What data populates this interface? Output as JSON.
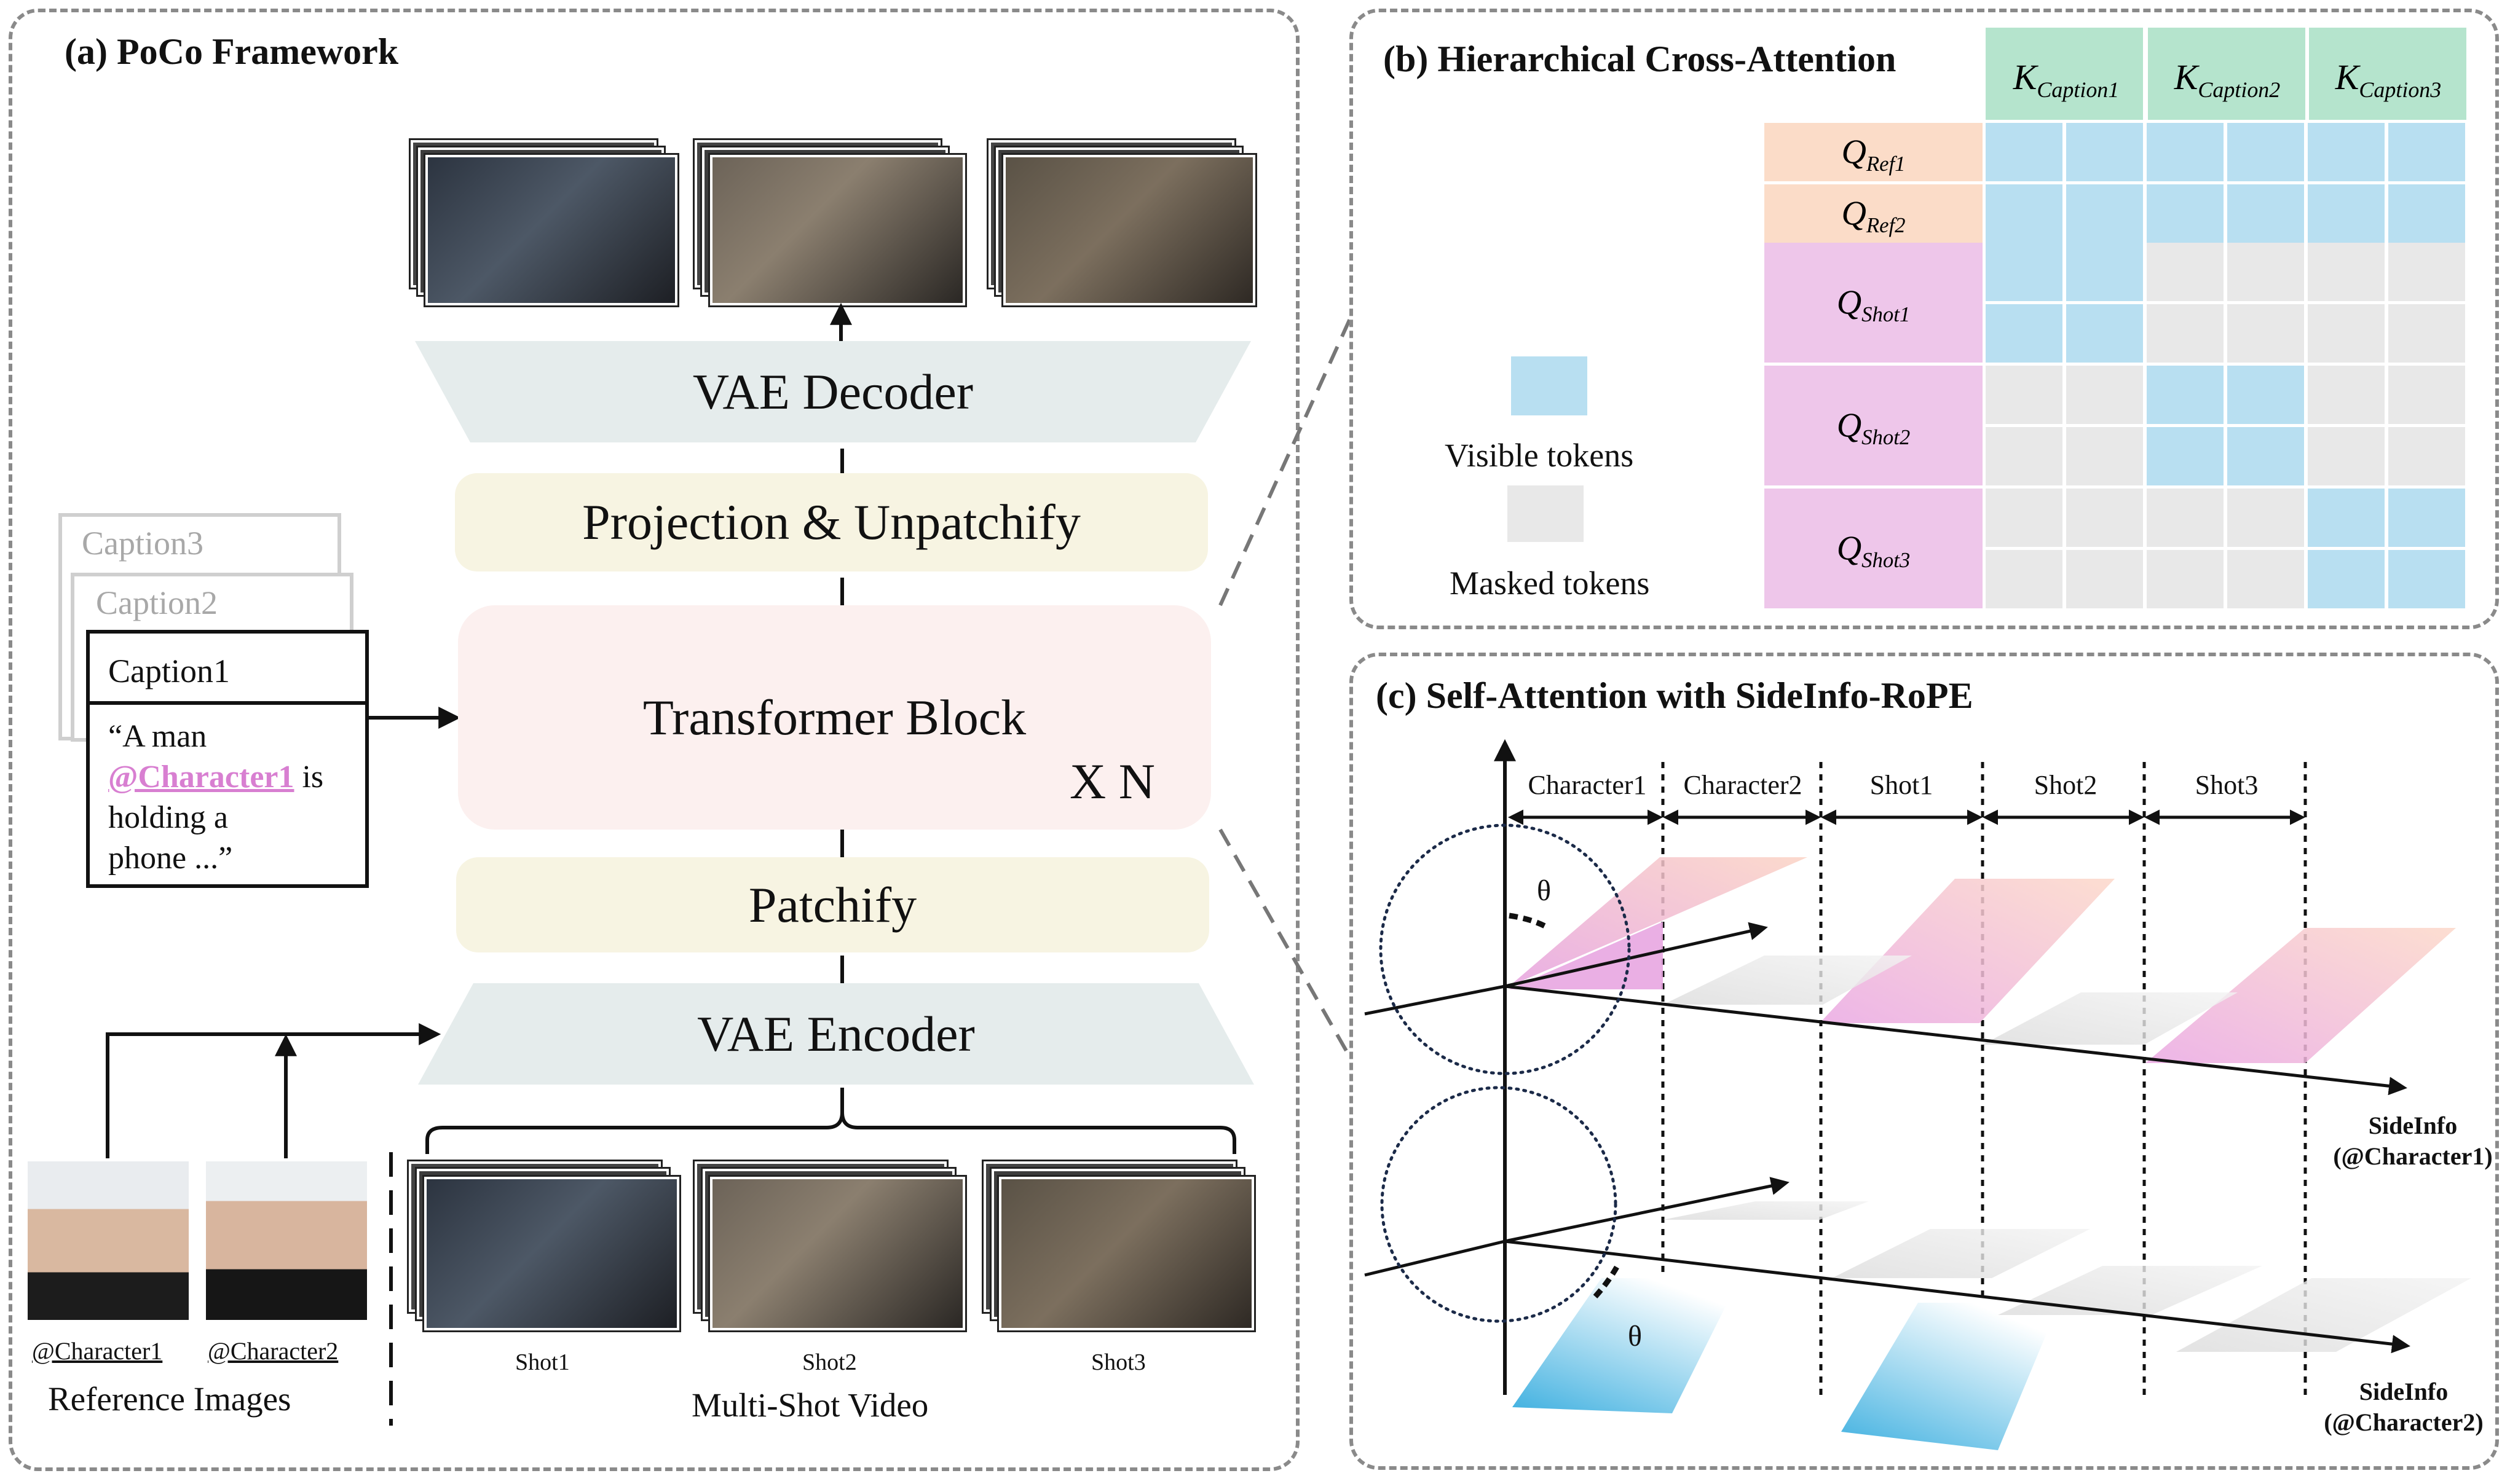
{
  "panel_a": {
    "title": "(a) PoCo Framework",
    "vae_decoder": "VAE Decoder",
    "projection": "Projection & Unpatchify",
    "transformer": "Transformer Block",
    "repeat": "X N",
    "patchify": "Patchify",
    "vae_encoder": "VAE Encoder",
    "captions": [
      "Caption3",
      "Caption2",
      "Caption1"
    ],
    "caption_text_1": "“A man",
    "caption_mention": "@Character1",
    "caption_text_2": " is",
    "caption_text_3": "holding a",
    "caption_text_4": "phone  ...”",
    "ref_names": [
      "@Character1",
      "@Character2"
    ],
    "ref_label": "Reference Images",
    "shot_names": [
      "Shot1",
      "Shot2",
      "Shot3"
    ],
    "video_label": "Multi-Shot Video"
  },
  "panel_b": {
    "title": "(b)  Hierarchical Cross-Attention",
    "keys": [
      {
        "base": "K",
        "sub": "Caption1"
      },
      {
        "base": "K",
        "sub": "Caption2"
      },
      {
        "base": "K",
        "sub": "Caption3"
      }
    ],
    "queries": [
      {
        "base": "Q",
        "sub": "Ref1"
      },
      {
        "base": "Q",
        "sub": "Ref2"
      },
      {
        "base": "Q",
        "sub": "Shot1"
      },
      {
        "base": "Q",
        "sub": "Shot2"
      },
      {
        "base": "Q",
        "sub": "Shot3"
      }
    ],
    "legend_visible": "Visible tokens",
    "legend_masked": "Masked tokens",
    "colors": {
      "visible": "#b8dff1",
      "masked": "#e8e8e8",
      "key_header": "#b5e4cd",
      "ref_header": "#fbdcc8",
      "shot_header": "#eec6ea"
    }
  },
  "panel_c": {
    "title": "(c) Self-Attention with SideInfo-RoPE",
    "segments": [
      "Character1",
      "Character2",
      "Shot1",
      "Shot2",
      "Shot3"
    ],
    "theta": "θ",
    "axis1": [
      "SideInfo",
      "(@Character1)"
    ],
    "axis2": [
      "SideInfo",
      "(@Character2)"
    ]
  }
}
